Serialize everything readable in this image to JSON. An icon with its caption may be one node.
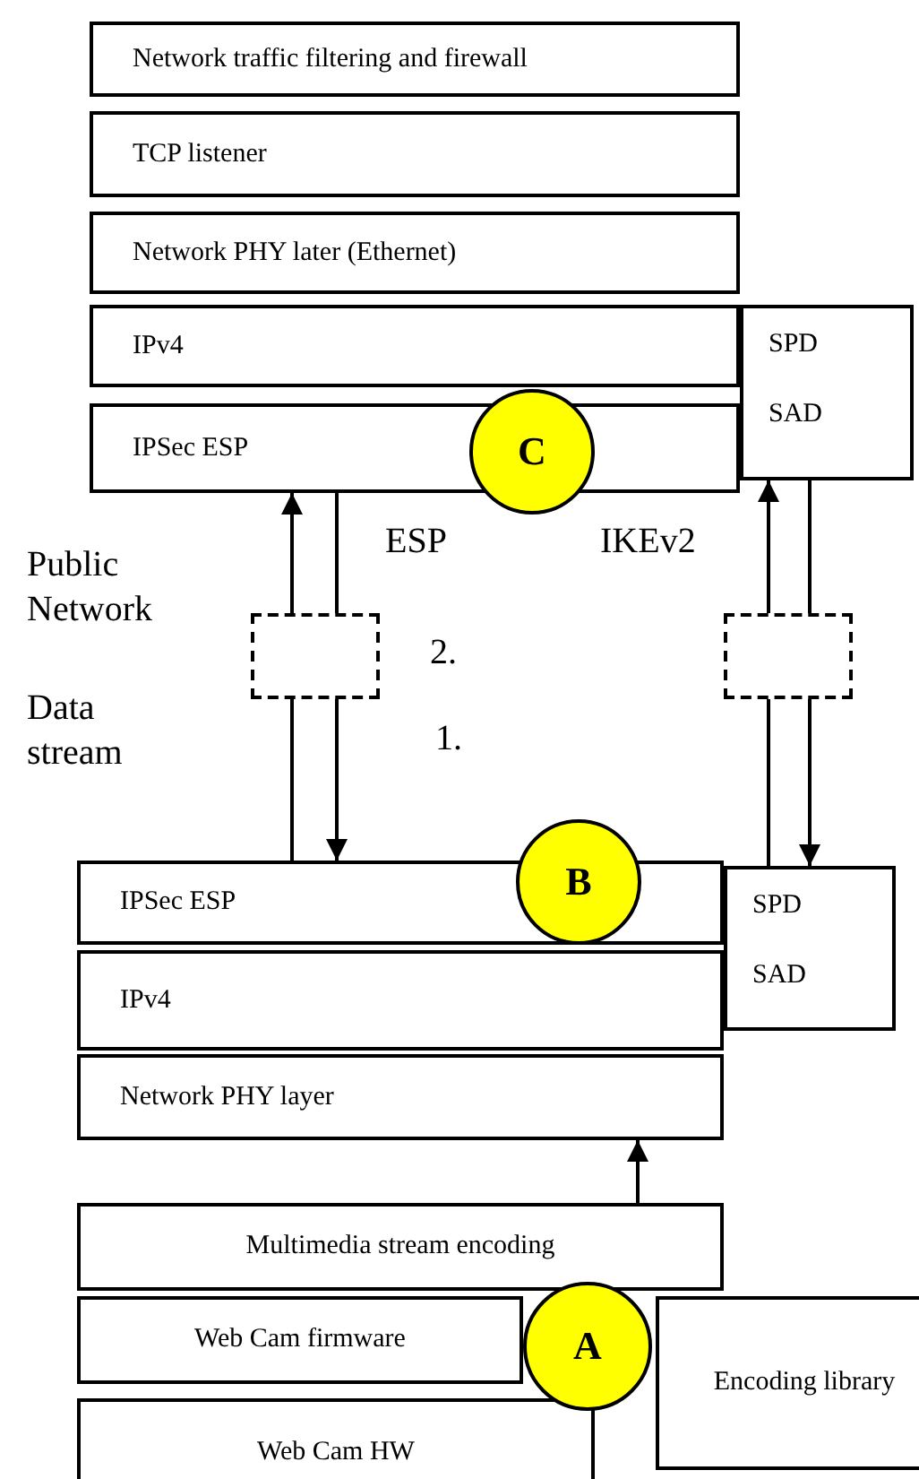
{
  "diagram": {
    "nodes": [
      {
        "text": [
          "Network traffic filtering and firewall"
        ]
      },
      {
        "text": [
          "TCP listener"
        ]
      },
      {
        "text": [
          "Network PHY later (Ethernet)"
        ]
      },
      {
        "text": [
          "IPv4"
        ]
      },
      {
        "text": [
          "SPD",
          "SAD"
        ]
      },
      {
        "text": [
          "IPSec ESP"
        ]
      },
      {
        "text": [
          "C"
        ]
      },
      {
        "text": [],
        "shape": "box"
      },
      {
        "text": [],
        "shape": "box"
      },
      {
        "text": [
          "IPSec ESP"
        ]
      },
      {
        "text": [
          "B"
        ]
      },
      {
        "text": [
          "SPD",
          "SAD"
        ]
      },
      {
        "text": [
          "IPv4"
        ]
      },
      {
        "text": [
          "Network PHY layer"
        ]
      },
      {
        "text": [
          "Multimedia stream encoding"
        ]
      },
      {
        "text": [
          "Web Cam firmware"
        ]
      },
      {
        "text": [
          "A"
        ]
      },
      {
        "text": [
          "Encoding library"
        ]
      },
      {
        "text": [
          "Web Cam HW"
        ]
      }
    ],
    "edges": [
      {
        "from": 7,
        "to": 5,
        "arrow": "to"
      },
      {
        "from": 5,
        "to": 7,
        "arrow": "none"
      },
      {
        "from": 9,
        "to": 7,
        "arrow": "none"
      },
      {
        "from": 7,
        "to": 9,
        "arrow": "to"
      },
      {
        "from": 8,
        "to": 4,
        "arrow": "to"
      },
      {
        "from": 4,
        "to": 8,
        "arrow": "none"
      },
      {
        "from": 11,
        "to": 8,
        "arrow": "none"
      },
      {
        "from": 8,
        "to": 11,
        "arrow": "to"
      },
      {
        "from": 14,
        "to": 13,
        "arrow": "to"
      }
    ],
    "labels": [
      "Public Network",
      "Data stream",
      "ESP",
      "IKEv2",
      "2.",
      "1."
    ]
  }
}
